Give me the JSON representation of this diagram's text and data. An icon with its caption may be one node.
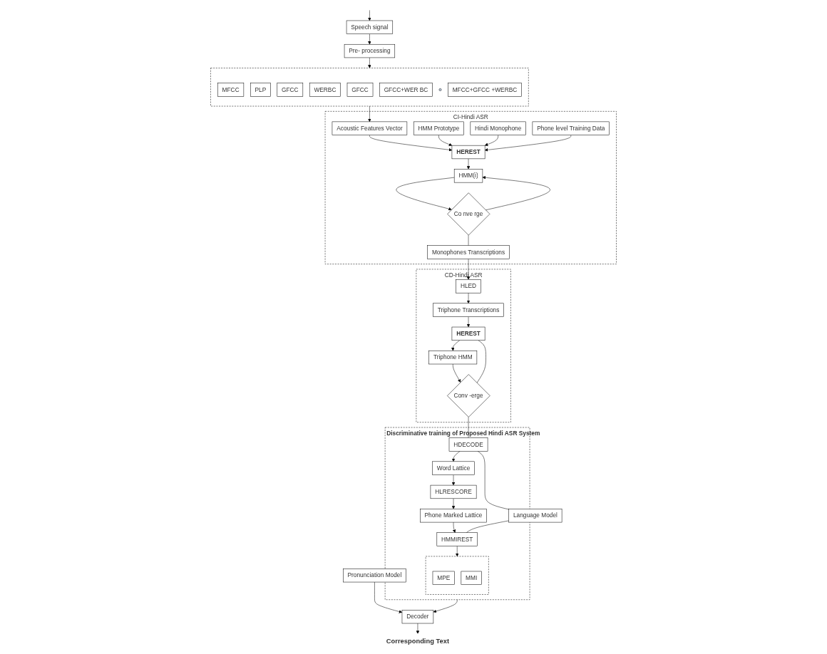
{
  "diagram": {
    "nodes": [
      {
        "text": [],
        "shape": "box"
      },
      {
        "text": [
          "MFCC"
        ],
        "in": 0
      },
      {
        "text": [
          "PLP"
        ],
        "in": 0
      },
      {
        "text": [
          "GFCC"
        ],
        "in": 0
      },
      {
        "text": [
          "WERBC"
        ],
        "in": 0
      },
      {
        "text": [
          "GFCC"
        ],
        "in": 0
      },
      {
        "text": [
          "GFCC+WER BC"
        ],
        "in": 0
      },
      {
        "text": [],
        "shape": "circle",
        "in": 0
      },
      {
        "text": [
          "MFCC+GFCC +WERBC"
        ],
        "in": 0
      },
      {
        "text": [
          "Speech signal"
        ]
      },
      {
        "text": [
          "Pre- processing"
        ]
      },
      {
        "text": [
          "CI-Hindi ASR"
        ]
      },
      {
        "text": [
          "Acoustic Features Vector"
        ],
        "in": 11
      },
      {
        "text": [
          "HMM Prototype"
        ],
        "in": 11
      },
      {
        "text": [
          "HEREST"
        ],
        "in": 11
      },
      {
        "text": [
          "HMM(i)"
        ],
        "in": 11
      },
      {
        "text": [
          "Co nve rge"
        ],
        "in": 11
      },
      {
        "text": [
          "Hindi Monophone"
        ],
        "in": 11
      },
      {
        "text": [
          "Phone level Training Data"
        ],
        "in": 11
      },
      {
        "text": [
          "Monophones Transcriptions"
        ],
        "in": 11
      },
      {
        "text": [
          "CD-Hindi ASR"
        ]
      },
      {
        "text": [
          "HLED"
        ],
        "in": 20
      },
      {
        "text": [
          "Triphone Transcriptions"
        ],
        "in": 20
      },
      {
        "text": [
          "HEREST"
        ],
        "in": 20
      },
      {
        "text": [
          "Triphone HMM"
        ],
        "in": 20
      },
      {
        "text": [
          "Conv -erge"
        ],
        "in": 20
      },
      {
        "text": [
          "Discriminative training of Proposed Hindi ASR System"
        ]
      },
      {
        "text": [
          "HDECODE"
        ],
        "in": 26
      },
      {
        "text": [
          "Word Lattice"
        ],
        "in": 26
      },
      {
        "text": [
          "HLRESCORE"
        ],
        "in": 26
      },
      {
        "text": [
          "Phone Marked Lattice"
        ],
        "in": 26
      },
      {
        "text": [
          "HMMIREST"
        ],
        "in": 26
      },
      {
        "text": [],
        "shape": "box",
        "in": 26
      },
      {
        "text": [
          "MPE"
        ],
        "in": 32
      },
      {
        "text": [
          "MMI"
        ],
        "in": 32
      },
      {
        "text": [
          "Language Model"
        ]
      },
      {
        "text": [
          "Pronunciation Model"
        ]
      },
      {
        "text": [
          "Decoder"
        ]
      },
      {
        "text": [
          "Corresponding Text"
        ]
      }
    ],
    "edges": [
      {
        "from": null,
        "to": 9,
        "arrow": "to"
      },
      {
        "from": 9,
        "to": 10,
        "arrow": "to"
      },
      {
        "from": 10,
        "to": 0,
        "arrow": "to"
      },
      {
        "from": 0,
        "to": 12,
        "arrow": "to"
      },
      {
        "from": 12,
        "to": 14,
        "arrow": "to"
      },
      {
        "from": 13,
        "to": 14,
        "arrow": "to"
      },
      {
        "from": 14,
        "to": 15,
        "arrow": "to"
      },
      {
        "from": 15,
        "to": 16,
        "arrow": "to"
      },
      {
        "from": 16,
        "to": 15,
        "arrow": "to"
      },
      {
        "from": 17,
        "to": 14,
        "arrow": "to"
      },
      {
        "from": 18,
        "to": 14,
        "arrow": "to"
      },
      {
        "from": 16,
        "to": 19,
        "arrow": "none"
      },
      {
        "from": 19,
        "to": 21,
        "arrow": "to"
      },
      {
        "from": 21,
        "to": 22,
        "arrow": "to"
      },
      {
        "from": 22,
        "to": 23,
        "arrow": "to"
      },
      {
        "from": 23,
        "to": 24,
        "arrow": "to"
      },
      {
        "from": 24,
        "to": 25,
        "arrow": "to"
      },
      {
        "from": 25,
        "to": 23,
        "arrow": "none"
      },
      {
        "from": 25,
        "to": 27,
        "arrow": "none"
      },
      {
        "from": 27,
        "to": 28,
        "arrow": "to"
      },
      {
        "from": 28,
        "to": 29,
        "arrow": "to"
      },
      {
        "from": 29,
        "to": 30,
        "arrow": "to"
      },
      {
        "from": 30,
        "to": 31,
        "arrow": "to"
      },
      {
        "from": 31,
        "to": 32,
        "arrow": "to"
      },
      {
        "from": 27,
        "to": 35,
        "arrow": "none"
      },
      {
        "from": 35,
        "to": 31,
        "arrow": "none"
      },
      {
        "from": 26,
        "to": 37,
        "arrow": "to"
      },
      {
        "from": 36,
        "to": 37,
        "arrow": "to"
      },
      {
        "from": 37,
        "to": 38,
        "arrow": "to"
      }
    ]
  }
}
